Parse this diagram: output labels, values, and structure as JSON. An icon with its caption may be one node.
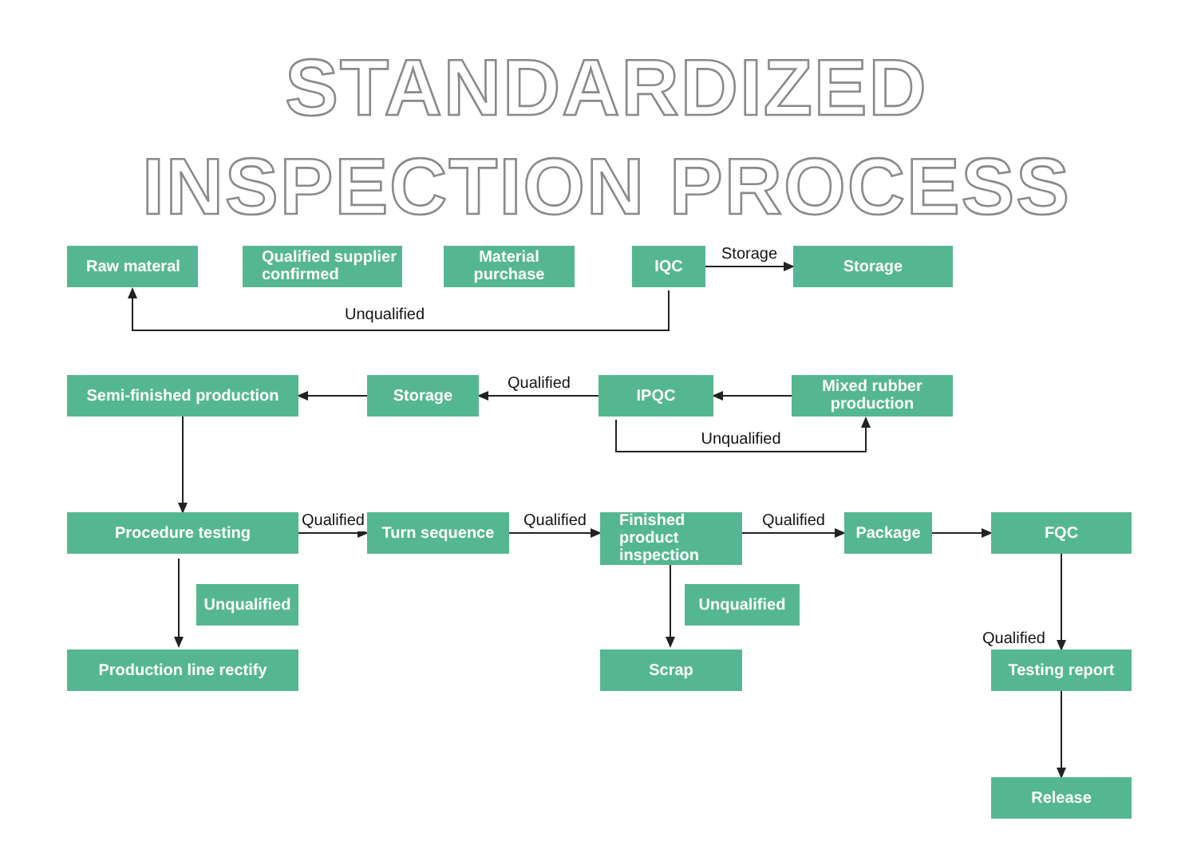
{
  "diagram": {
    "title": "STANDARDIZED INSPECTION PROCESS",
    "nodes": [
      {
        "text": [
          "Raw materal"
        ]
      },
      {
        "text": [
          "Qualified supplier confirmed"
        ]
      },
      {
        "text": [
          "Material purchase"
        ]
      },
      {
        "text": [
          "IQC"
        ]
      },
      {
        "text": [
          "Storage"
        ]
      },
      {
        "text": [
          "Semi-finished production"
        ]
      },
      {
        "text": [
          "Storage"
        ]
      },
      {
        "text": [
          "IPQC"
        ]
      },
      {
        "text": [
          "Mixed rubber production"
        ]
      },
      {
        "text": [
          "Procedure testing"
        ]
      },
      {
        "text": [
          "Turn sequence"
        ]
      },
      {
        "text": [
          "Finished product inspection"
        ]
      },
      {
        "text": [
          "Package"
        ]
      },
      {
        "text": [
          "FQC"
        ]
      },
      {
        "text": [
          "Unqualified"
        ]
      },
      {
        "text": [
          "Unqualified"
        ]
      },
      {
        "text": [
          "Production line rectify"
        ]
      },
      {
        "text": [
          "Scrap"
        ]
      },
      {
        "text": [
          "Testing report"
        ]
      },
      {
        "text": [
          "Release"
        ]
      }
    ],
    "edges": [
      {
        "from": 3,
        "to": 4,
        "arrow": "to",
        "label": "Storage"
      },
      {
        "from": 3,
        "to": 0,
        "arrow": "to",
        "label": "Unqualified"
      },
      {
        "from": 8,
        "to": 7,
        "arrow": "to"
      },
      {
        "from": 7,
        "to": 6,
        "arrow": "to",
        "label": "Qualified"
      },
      {
        "from": 6,
        "to": 5,
        "arrow": "to"
      },
      {
        "from": 7,
        "to": 8,
        "arrow": "to",
        "label": "Unqualified"
      },
      {
        "from": 5,
        "to": 9,
        "arrow": "to"
      },
      {
        "from": 9,
        "to": 10,
        "arrow": "to",
        "label": "Qualified"
      },
      {
        "from": 10,
        "to": 11,
        "arrow": "to",
        "label": "Qualified"
      },
      {
        "from": 11,
        "to": 12,
        "arrow": "to",
        "label": "Qualified"
      },
      {
        "from": 12,
        "to": 13,
        "arrow": "to"
      },
      {
        "from": 9,
        "to": 16,
        "arrow": "to"
      },
      {
        "from": 11,
        "to": 17,
        "arrow": "to"
      },
      {
        "from": 13,
        "to": 18,
        "arrow": "to",
        "label": "Qualified"
      },
      {
        "from": 18,
        "to": 19,
        "arrow": "to"
      }
    ]
  }
}
